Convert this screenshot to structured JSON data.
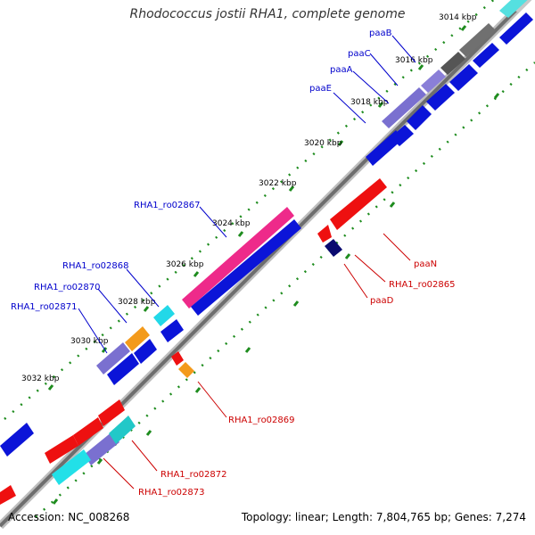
{
  "title": "Rhodococcus jostii RHA1, complete genome",
  "footer": {
    "accession": "Accession: NC_008268",
    "summary": "Topology: linear; Length: 7,804,765 bp; Genes: 7,274"
  },
  "colors": {
    "backbone": "#8a8a8a",
    "tick_mark": "#1e8c1e",
    "forward_label": "#0000cc",
    "reverse_label": "#cc0000"
  },
  "axis_ticks": [
    "3014 kbp",
    "3016 kbp",
    "3018 kbp",
    "3020 kbp",
    "3022 kbp",
    "3024 kbp",
    "3026 kbp",
    "3028 kbp",
    "3030 kbp",
    "3032 kbp"
  ],
  "labels_forward": [
    "paaB",
    "paaC",
    "paaA",
    "paaE",
    "RHA1_ro02867",
    "RHA1_ro02868",
    "RHA1_ro02870",
    "RHA1_ro02871"
  ],
  "labels_reverse": [
    "paaN",
    "RHA1_ro02865",
    "paaD",
    "RHA1_ro02869",
    "RHA1_ro02872",
    "RHA1_ro02873"
  ]
}
